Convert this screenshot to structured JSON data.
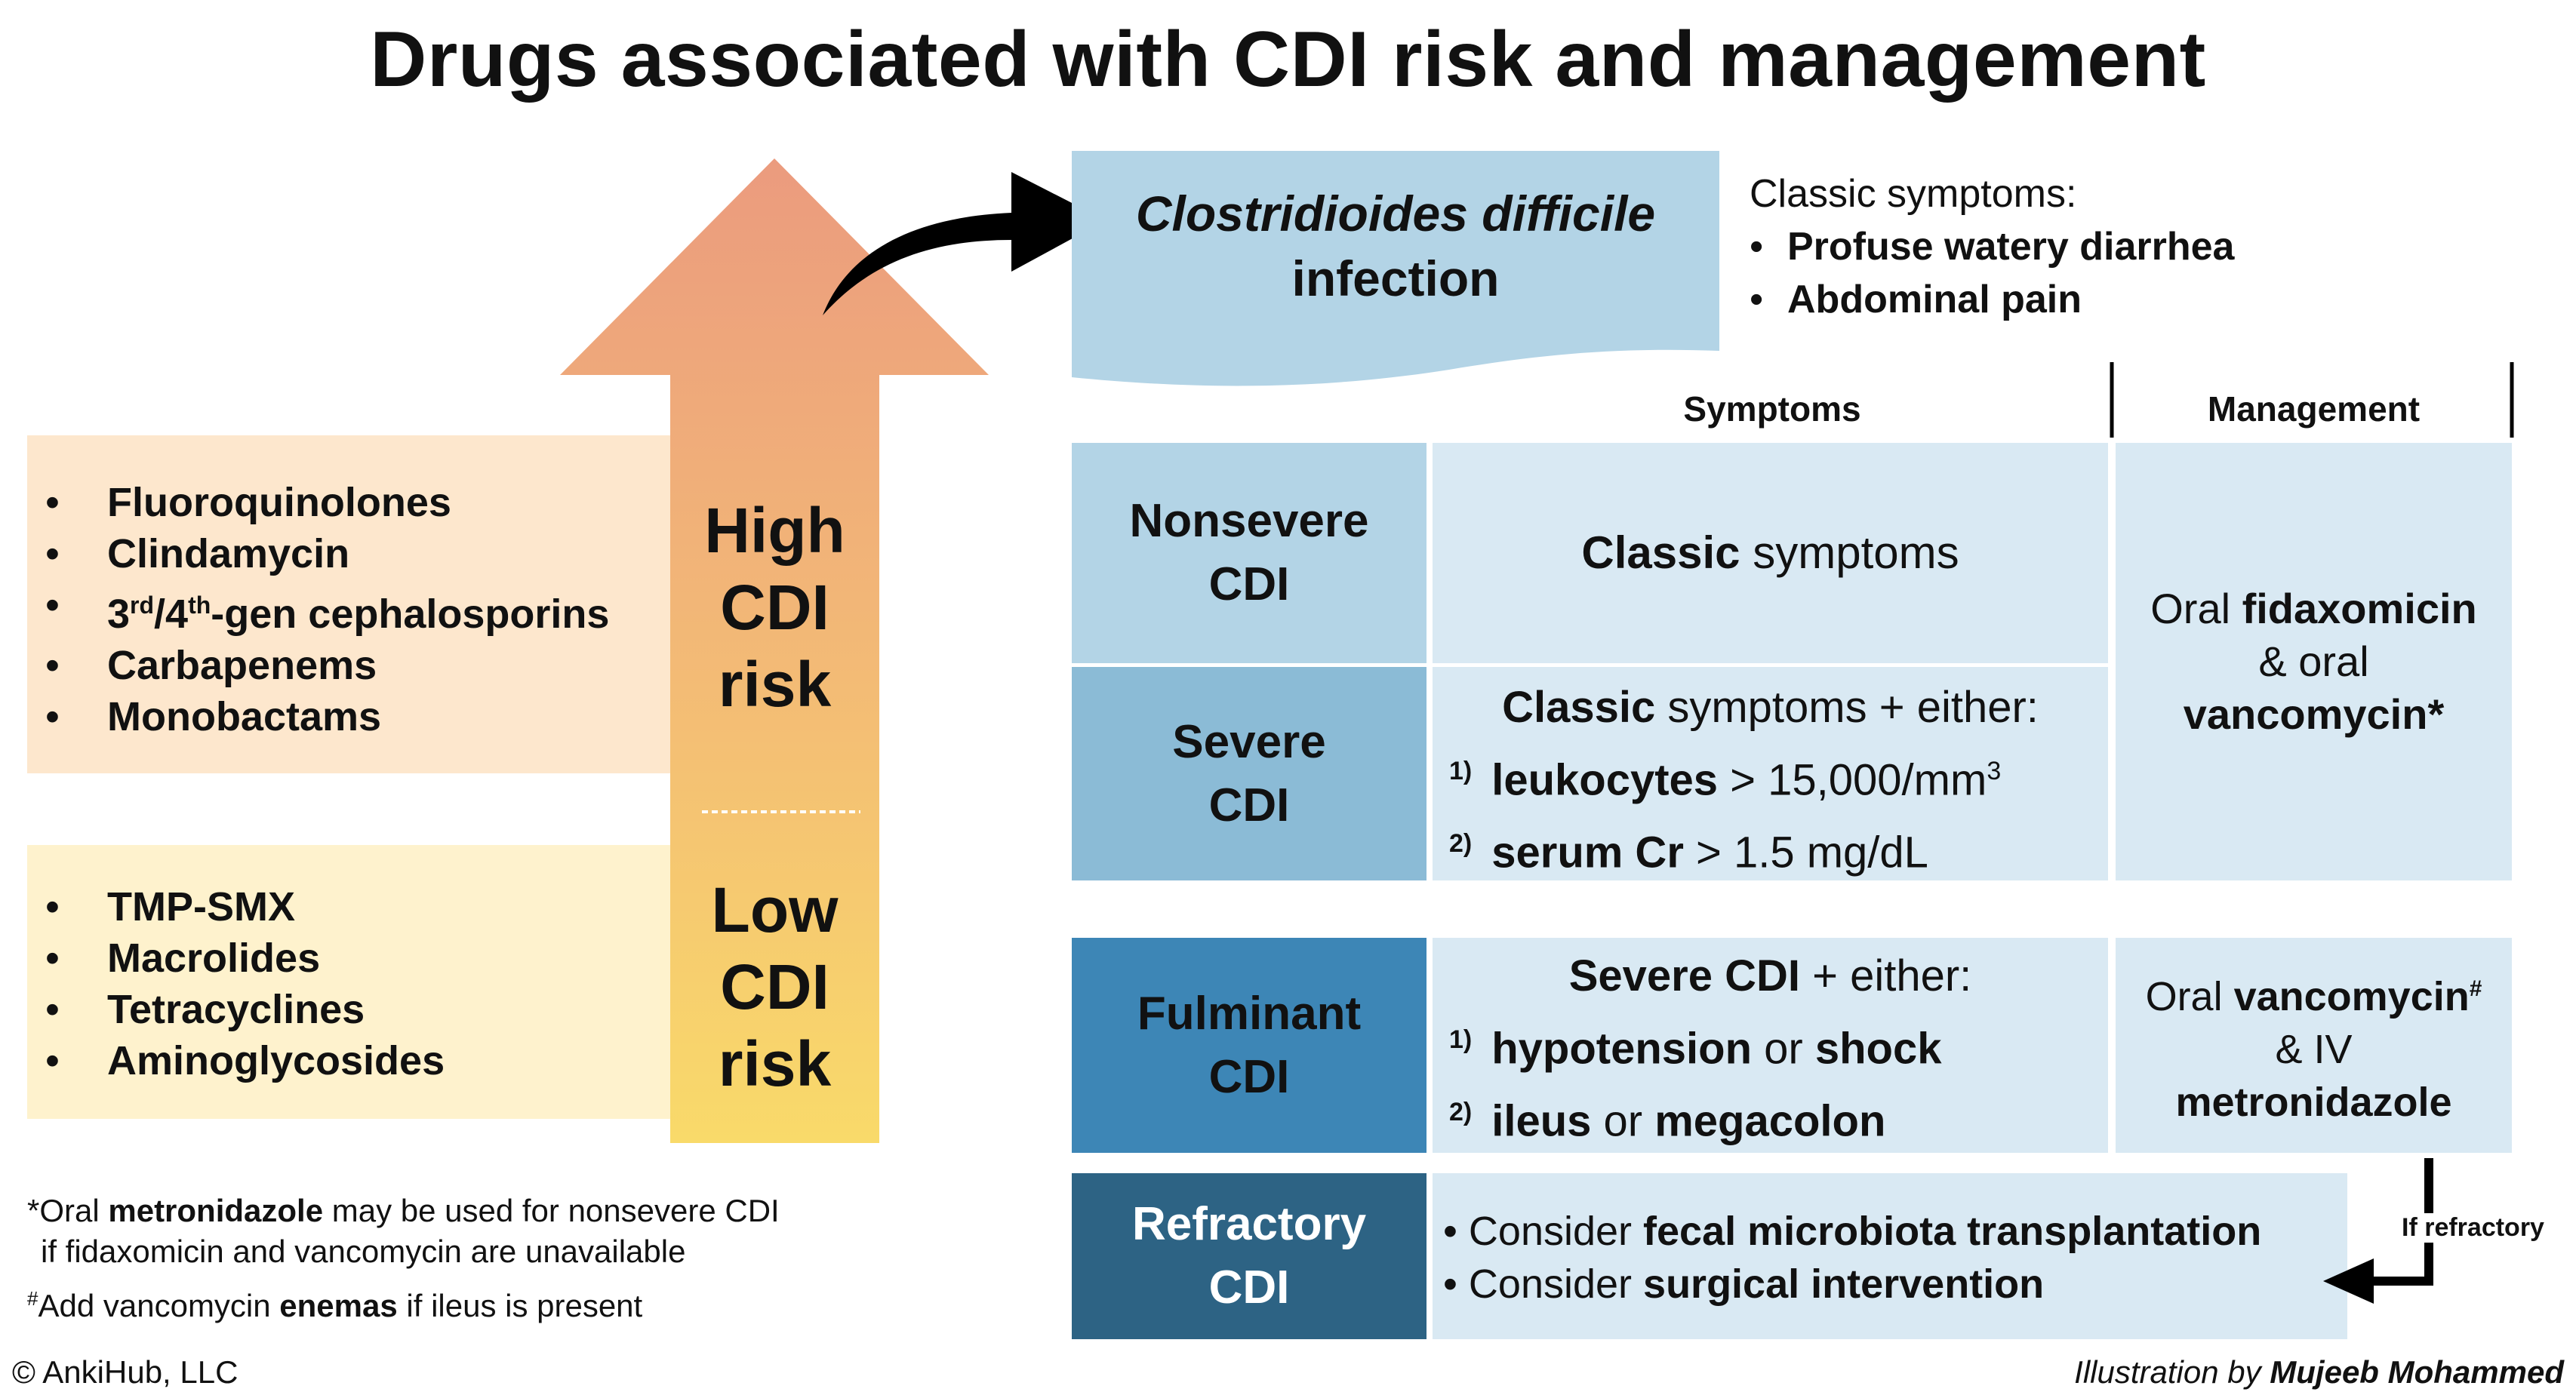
{
  "title": "Drugs associated with CDI risk and management",
  "colors": {
    "arrow_top": "#EB9B7E",
    "arrow_bottom": "#F9DA6A",
    "high_box": "#FDE7CD",
    "low_box": "#FEF2CD",
    "infection_box": "#B3D4E6",
    "nonsevere": "#B3D4E6",
    "severe": "#8BBBD6",
    "fulminant": "#3D86B6",
    "refractory": "#2D6384",
    "pale_cell": "#D9E9F3"
  },
  "high_risk": {
    "label": [
      "High",
      "CDI",
      "risk"
    ],
    "drugs": [
      "Fluoroquinolones",
      "Clindamycin",
      "3rd/4th-gen cephalosporins",
      "Carbapenems",
      "Monobactams"
    ]
  },
  "low_risk": {
    "label": [
      "Low",
      "CDI",
      "risk"
    ],
    "drugs": [
      "TMP-SMX",
      "Macrolides",
      "Tetracyclines",
      "Aminoglycosides"
    ]
  },
  "infection": {
    "line1": "Clostridioides difficile",
    "line2": "infection",
    "symptoms_label": "Classic symptoms:",
    "symptoms": [
      "Profuse watery diarrhea",
      "Abdominal pain"
    ]
  },
  "table": {
    "col_symptoms": "Symptoms",
    "col_management": "Management",
    "nonsevere": {
      "name": [
        "Nonsevere",
        "CDI"
      ],
      "symptoms_bold": "Classic",
      "symptoms_rest": " symptoms"
    },
    "severe": {
      "name": [
        "Severe",
        "CDI"
      ],
      "intro_bold": "Classic",
      "intro_rest": " symptoms + either:",
      "criteria": [
        {
          "num": "1)",
          "bold": "leukocytes",
          "rest": " > 15,000/mm",
          "sup": "3"
        },
        {
          "num": "2)",
          "bold": "serum Cr",
          "rest": " > 1.5 mg/dL",
          "sup": ""
        }
      ]
    },
    "nonsevere_severe_mgmt": {
      "line1_plain": "Oral ",
      "line1_bold": "fidaxomicin",
      "line2": "& oral",
      "line3": "vancomycin*"
    },
    "fulminant": {
      "name": [
        "Fulminant",
        "CDI"
      ],
      "intro_bold": "Severe CDI",
      "intro_rest": " + either:",
      "criteria": [
        {
          "num": "1)",
          "bold1": "hypotension",
          "mid": " or ",
          "bold2": "shock"
        },
        {
          "num": "2)",
          "bold1": "ileus",
          "mid": " or ",
          "bold2": "megacolon"
        }
      ],
      "mgmt": {
        "line1_plain": "Oral ",
        "line1_bold": "vancomycin",
        "line1_sup": "#",
        "line2": "& IV",
        "line3": "metronidazole"
      }
    },
    "refractory": {
      "name": [
        "Refractory",
        "CDI"
      ],
      "items": [
        {
          "plain": "Consider ",
          "bold": "fecal microbiota transplantation"
        },
        {
          "plain": "Consider ",
          "bold": "surgical intervention"
        }
      ],
      "connector_label": "If refractory"
    }
  },
  "footnotes": {
    "note1_pre": "*Oral ",
    "note1_bold": "metronidazole",
    "note1_post": " may be used for nonsevere CDI",
    "note1_line2": "if fidaxomicin and vancomycin are unavailable",
    "note2_sup": "#",
    "note2_pre": "Add vancomycin ",
    "note2_bold": "enemas",
    "note2_post": " if ileus is present"
  },
  "credits": {
    "copyright": "© AnkiHub, LLC",
    "illustration_pre": "Illustration by ",
    "illustration_name": "Mujeeb Mohammed"
  }
}
